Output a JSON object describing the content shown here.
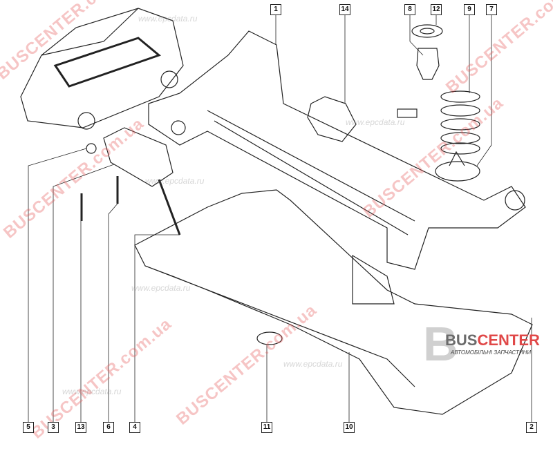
{
  "callouts_top": [
    "1",
    "14",
    "8",
    "12",
    "9",
    "7"
  ],
  "callouts_bottom": [
    "5",
    "3",
    "13",
    "6",
    "4",
    "11",
    "10",
    "2"
  ],
  "watermark": {
    "brand": "BUSCENTER.com.ua",
    "site": "www.epcdata.ru"
  },
  "logo": {
    "name_a": "BUS",
    "name_b": "CENTER",
    "subtitle": "АВТОМОБІЛЬНІ ЗАПЧАСТИНИ"
  }
}
